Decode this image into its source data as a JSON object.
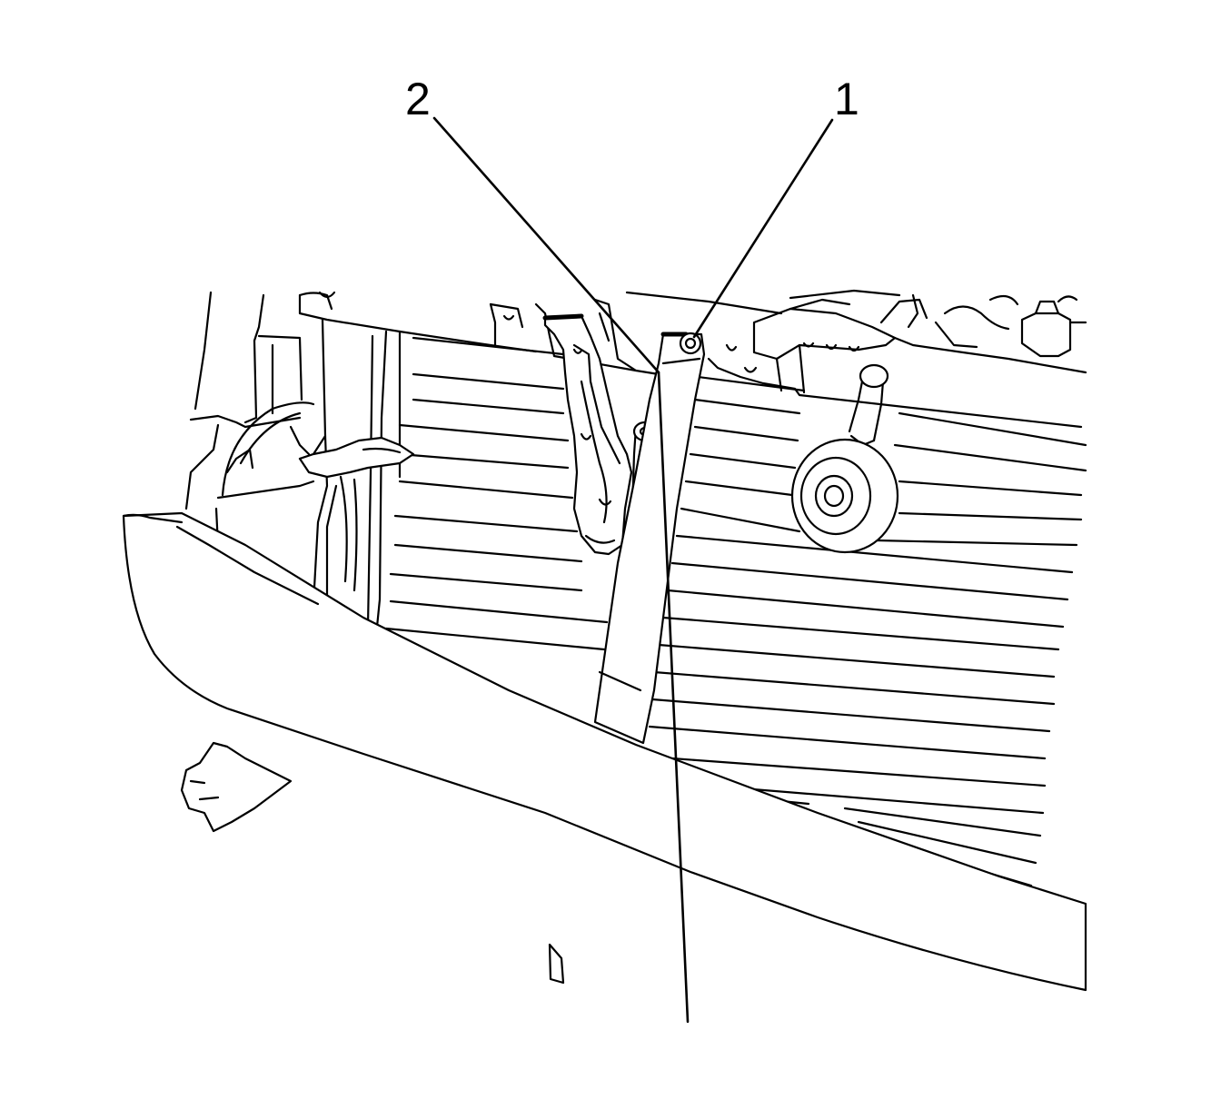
{
  "diagram": {
    "callouts": [
      {
        "label": "1",
        "part": "bolt"
      },
      {
        "label": "2",
        "part": "bracket"
      }
    ],
    "colors": {
      "line": "#000000",
      "background": "#ffffff"
    }
  }
}
